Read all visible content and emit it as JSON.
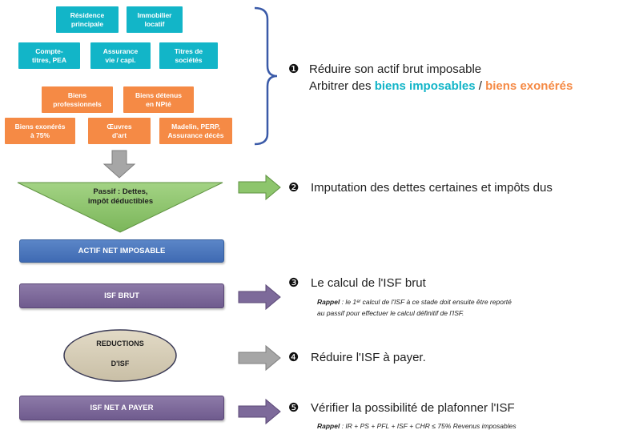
{
  "asset_boxes": {
    "residence": "Résidence\nprincipale",
    "immobilier": "Immobilier\nlocatif",
    "compte_titres": "Compte-\ntitres, PEA",
    "assurance_vie": "Assurance\nvie / capi.",
    "titres_societes": "Titres de\nsociétés",
    "biens_pro": "Biens\nprofessionnels",
    "biens_npte": "Biens détenus\nen NPté",
    "biens_exoneres": "Biens exonérés\nà 75%",
    "oeuvres": "Œuvres\nd'art",
    "madelin": "Madelin, PERP,\nAssurance décès"
  },
  "flow": {
    "passif": "Passif : Dettes,\nimpôt déductibles",
    "actif_net": "ACTIF NET IMPOSABLE",
    "isf_brut": "ISF BRUT",
    "reductions_line1": "REDUCTIONS",
    "reductions_line2": "D'ISF",
    "isf_net": "ISF NET A PAYER"
  },
  "steps": {
    "s1": {
      "number": "❶",
      "line1": "Réduire son actif brut imposable",
      "line2_prefix": "Arbitrer des ",
      "line2_imposables": "biens imposables",
      "line2_sep": " / ",
      "line2_exoneres": "biens exonérés"
    },
    "s2": {
      "number": "❷",
      "text": "Imputation des dettes certaines et impôts dus"
    },
    "s3": {
      "number": "❸",
      "text": "Le calcul de l'ISF brut",
      "rappel_label": "Rappel",
      "rappel_l1": " : le 1ᵉʳ calcul de l'ISF à ce stade doit ensuite être reporté",
      "rappel_l2": "au passif pour effectuer le calcul définitif de l'ISF."
    },
    "s4": {
      "number": "❹",
      "text": "Réduire l'ISF à payer."
    },
    "s5": {
      "number": "❺",
      "text": "Vérifier la possibilité de plafonner l'ISF",
      "rappel_label": "Rappel",
      "rappel_text": " : IR + PS + PFL + ISF + CHR  ≤ 75% Revenus imposables"
    }
  },
  "colors": {
    "teal": "#12b5c8",
    "orange": "#f58a45",
    "green": "#8dc56c",
    "blue": "#4a76bd",
    "purple": "#7d6a9a",
    "gray_arrow": "#a6a6a6",
    "bracket": "#3a5aa8"
  }
}
